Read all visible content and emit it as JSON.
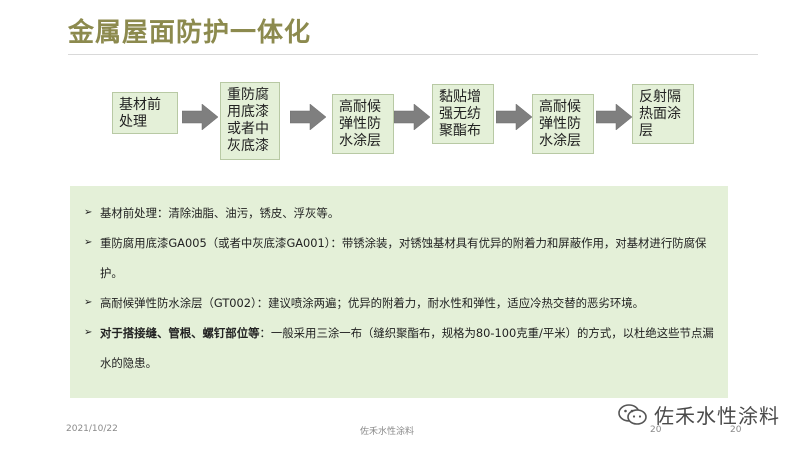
{
  "title": "金属屋面防护一体化",
  "flow_steps": [
    "基材前\n处理",
    "重防腐\n用底漆\n或者中\n灰底漆",
    "高耐候\n弹性防\n水涂层",
    "黏贴增\n强无纺\n聚酯布",
    "高耐候\n弹性防\n水涂层",
    "反射隔\n热面涂\n层"
  ],
  "bullets": [
    {
      "lead": "",
      "text": "基材前处理：清除油脂、油污，锈皮、浮灰等。"
    },
    {
      "lead": "",
      "text": "重防腐用底漆GA005（或者中灰底漆GA001）：带锈涂装，对锈蚀基材具有优异的附着力和屏蔽作用，对基材进行防腐保护。"
    },
    {
      "lead": "",
      "text": "高耐候弹性防水涂层（GT002）：建议喷涂两遍；优异的附着力，耐水性和弹性，适应冷热交替的恶劣环境。"
    },
    {
      "lead": "对于搭接缝、管根、螺钉部位等",
      "text": "：一般采用三涂一布（缝织聚酯布，规格为80-100克重/平米）的方式，以杜绝这些节点漏水的隐患。"
    }
  ],
  "footer": {
    "date": "2021/10/22",
    "center": "佐禾水性涂料",
    "page_a": "20",
    "page_b": "20"
  },
  "watermark": {
    "text": "佐禾水性涂料",
    "icon": "wechat-icon"
  },
  "colors": {
    "title": "#8c8a4e",
    "box_fill": "#e4f0d8",
    "arrow": "#7f7f7f"
  }
}
